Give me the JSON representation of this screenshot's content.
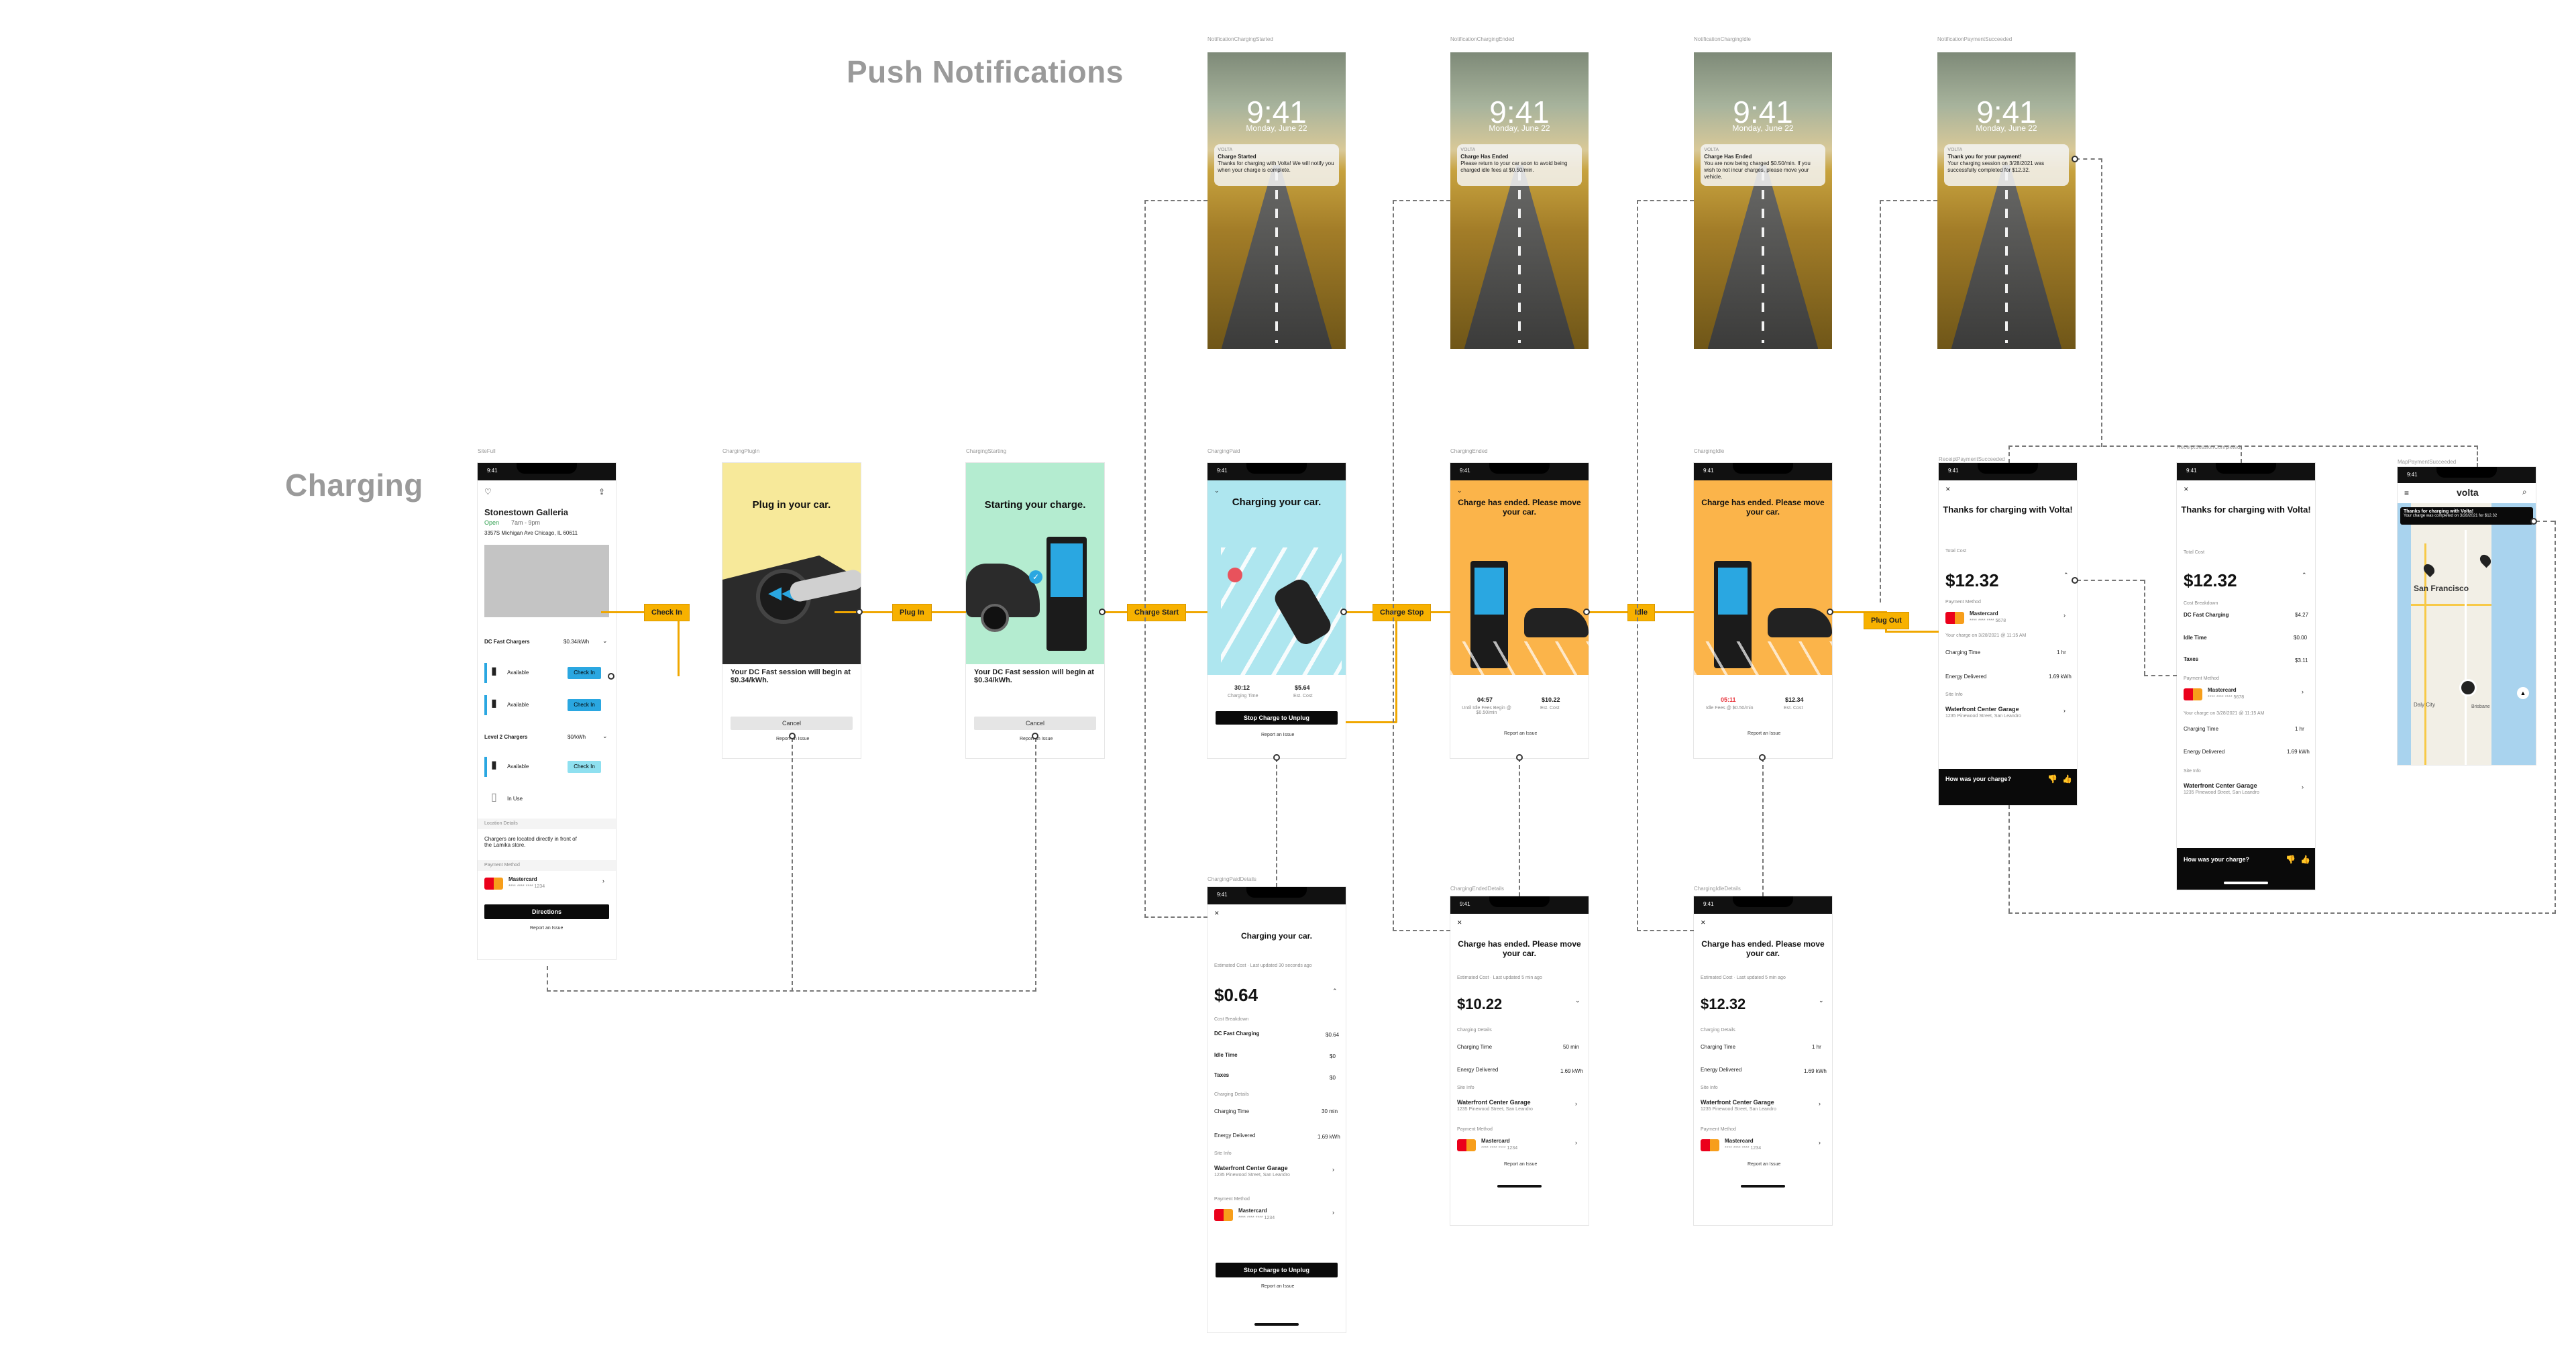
{
  "section_titles": {
    "push": "Push Notifications",
    "charging": "Charging"
  },
  "frame_labels": {
    "site_full": "SiteFull",
    "charging_plugin": "ChargingPlugIn",
    "charging_starting": "ChargingStarting",
    "charging_paid": "ChargingPaid",
    "charging_ended": "ChargingEnded",
    "charging_idle": "ChargingIdle",
    "notif_started": "NotificationChargingStarted",
    "notif_ended": "NotificationChargingEnded",
    "notif_idle": "NotificationChargingIdle",
    "notif_payment": "NotificationPaymentSucceeded",
    "paid_details": "ChargingPaidDetails",
    "ended_details": "ChargingEndedDetails",
    "idle_details": "ChargingIdleDetails",
    "receipt_1": "ReceiptPaymentSucceeded",
    "receipt_2": "ReceiptSessionCompleted",
    "map_payment": "MapPaymentSucceeded"
  },
  "flow_tags": {
    "check_in": "Check In",
    "plug_in": "Plug In",
    "charge_start": "Charge Start",
    "charge_stop": "Charge Stop",
    "idle": "Idle",
    "plug_out": "Plug Out"
  },
  "lock_screen": {
    "time": "9:41",
    "date": "Monday, June 22",
    "app": "VOLTA"
  },
  "notifications": {
    "started": {
      "title": "Charge Started",
      "body": "Thanks for charging with Volta! We will notify you when your charge is complete."
    },
    "ended": {
      "title": "Charge Has Ended",
      "body": "Please return to your car soon to avoid being charged idle fees at $0.50/min."
    },
    "idle": {
      "title": "Charge Has Ended",
      "body": "You are now being charged $0.50/min. If you wish to not incur charges, please move your vehicle."
    },
    "payment": {
      "title": "Thank you for your payment!",
      "body": "Your charging session on 3/28/2021 was successfully completed for $12.32."
    }
  },
  "status_time": "9:41",
  "site": {
    "name": "Stonestown Galleria",
    "status": "Open",
    "hours": "7am - 9pm",
    "address": "3357S Michigan Ave Chicago, IL 60611",
    "dc_header": "DC Fast Chargers",
    "dc_price": "$0.34/kWh",
    "l2_header": "Level 2 Chargers",
    "l2_price": "$0/kWh",
    "available": "Available",
    "in_use": "In Use",
    "check_in": "Check In",
    "location_details": "Location Details",
    "location_text": "Chargers are located directly in front of the Lamika store.",
    "payment_method": "Payment Method",
    "card_name": "Mastercard",
    "card_number": "**** **** **** 1234",
    "directions": "Directions",
    "report": "Report an Issue"
  },
  "plugin": {
    "title": "Plug in your car.",
    "message": "Your DC Fast session will begin at $0.34/kWh.",
    "cancel": "Cancel",
    "report": "Report an Issue"
  },
  "starting": {
    "title": "Starting your charge.",
    "message": "Your DC Fast session will begin at $0.34/kWh.",
    "cancel": "Cancel",
    "report": "Report an Issue"
  },
  "paid": {
    "title": "Charging your car.",
    "time_val": "30:12",
    "time_label": "Charging Time",
    "cost_val": "$5.64",
    "cost_label": "Est. Cost",
    "stop": "Stop Charge to Unplug",
    "report": "Report an Issue"
  },
  "ended": {
    "title": "Charge has ended. Please move your car.",
    "v1": "04:57",
    "l1": "Until Idle Fees Begin @ $0.50/min",
    "v2": "$10.22",
    "l2": "Est. Cost",
    "report": "Report an Issue"
  },
  "idle": {
    "title": "Charge has ended. Please move your car.",
    "v1": "05:11",
    "l1": "Idle Fees @ $0.50/min",
    "v2": "$12.34",
    "l2": "Est. Cost",
    "report": "Report an Issue"
  },
  "paid_details": {
    "title": "Charging your car.",
    "cost_label": "Estimated Cost · Last updated 30 seconds ago",
    "cost": "$0.64",
    "breakdown": "Cost Breakdown",
    "r1": "DC Fast Charging",
    "r1v": "$0.64",
    "r2": "Idle Time",
    "r2v": "$0",
    "r3": "Taxes",
    "r3v": "$0",
    "details": "Charging Details",
    "time": "Charging Time",
    "time_v": "30 min",
    "energy": "Energy Delivered",
    "energy_v": "1.69 kWh",
    "site_info": "Site Info",
    "site": "Waterfront Center Garage",
    "site_addr": "1235 Pinewood Street, San Leandro",
    "payment": "Payment Method",
    "card": "Mastercard",
    "card_no": "**** **** **** 1234",
    "stop": "Stop Charge to Unplug",
    "report": "Report an Issue"
  },
  "ended_details": {
    "title": "Charge has ended. Please move your car.",
    "cost_label": "Estimated Cost · Last updated 5 min ago",
    "cost": "$10.22",
    "details": "Charging Details",
    "time": "Charging Time",
    "time_v": "50 min",
    "energy": "Energy Delivered",
    "energy_v": "1.69 kWh",
    "site_info": "Site Info",
    "site": "Waterfront Center Garage",
    "site_addr": "1235 Pinewood Street, San Leandro",
    "payment": "Payment Method",
    "card": "Mastercard",
    "card_no": "**** **** **** 1234",
    "report": "Report an Issue"
  },
  "idle_details": {
    "title": "Charge has ended. Please move your car.",
    "cost_label": "Estimated Cost · Last updated 5 min ago",
    "cost": "$12.32",
    "details": "Charging Details",
    "time": "Charging Time",
    "time_v": "1 hr",
    "energy": "Energy Delivered",
    "energy_v": "1.69 kWh",
    "site_info": "Site Info",
    "site": "Waterfront Center Garage",
    "site_addr": "1235 Pinewood Street, San Leandro",
    "payment": "Payment Method",
    "card": "Mastercard",
    "card_no": "**** **** **** 1234",
    "report": "Report an Issue"
  },
  "receipt1": {
    "title": "Thanks for charging with Volta!",
    "total_label": "Total Cost",
    "total": "$12.32",
    "payment": "Payment Method",
    "card": "Mastercard",
    "card_no": "**** **** **** 5678",
    "session": "Your charge on 3/28/2021 @ 11:15 AM",
    "time": "Charging Time",
    "time_v": "1 hr",
    "energy": "Energy Delivered",
    "energy_v": "1.69 kWh",
    "site_info": "Site Info",
    "site": "Waterfront Center Garage",
    "site_addr": "1235 Pinewood Street, San Leandro",
    "rate": "How was your charge?"
  },
  "receipt2": {
    "title": "Thanks for charging with Volta!",
    "total_label": "Total Cost",
    "total": "$12.32",
    "breakdown": "Cost Breakdown",
    "r1": "DC Fast Charging",
    "r1v": "$4.27",
    "r2": "Idle Time",
    "r2v": "$0.00",
    "r3": "Taxes",
    "r3v": "$3.11",
    "payment": "Payment Method",
    "card": "Mastercard",
    "card_no": "**** **** **** 5678",
    "session": "Your charge on 3/28/2021 @ 11:15 AM",
    "time": "Charging Time",
    "time_v": "1 hr",
    "energy": "Energy Delivered",
    "energy_v": "1.69 kWh",
    "site_info": "Site Info",
    "site": "Waterfront Center Garage",
    "site_addr": "1235 Pinewood Street, San Leandro",
    "rate": "How was your charge?"
  },
  "map": {
    "logo": "volta",
    "toast_title": "Thanks for charging with Volta!",
    "toast_body": "Your charge was completed on 3/28/2021 for $12.32",
    "city": "San Francisco",
    "city2": "Daly City",
    "city3": "Brisbane"
  },
  "colors": {
    "accent": "#f7b100",
    "yellow_bg": "#f7e99a",
    "mint_bg": "#b4ecd0",
    "cyan_bg": "#aee6ef",
    "orange_bg": "#fbb44a",
    "blue": "#2aa7e1"
  }
}
